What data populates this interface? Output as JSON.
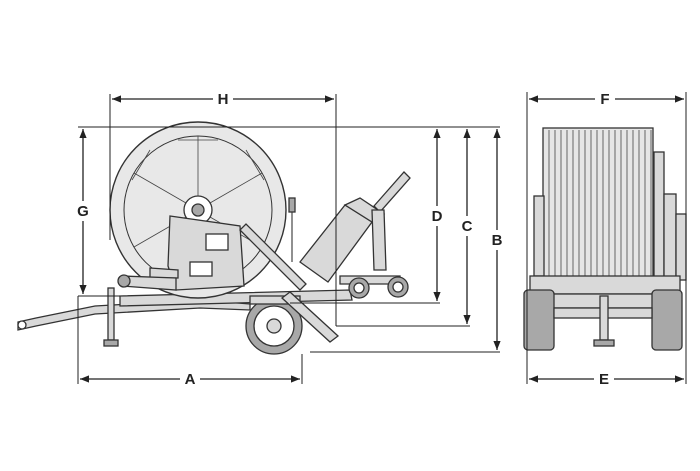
{
  "dimensions": {
    "A": "A",
    "B": "B",
    "C": "C",
    "D": "D",
    "E": "E",
    "F": "F",
    "G": "G",
    "H": "H"
  },
  "colors": {
    "line": "#222222",
    "fill": "#d9d9d9",
    "dark": "#a8a8a8"
  }
}
